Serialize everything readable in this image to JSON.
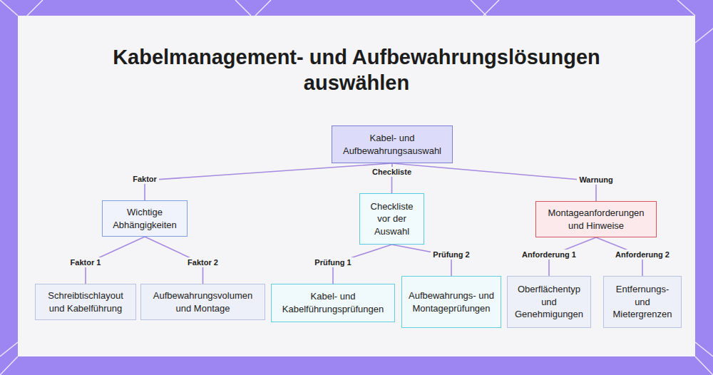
{
  "diagram": {
    "title": "Kabelmanagement- und Aufbewahrungslösungen auswählen",
    "nodes": [
      {
        "text": [
          "Kabel- und Aufbewahrungsauswahl"
        ]
      },
      {
        "text": [
          "Wichtige Abhängigkeiten"
        ]
      },
      {
        "text": [
          "Checkliste vor der Auswahl"
        ]
      },
      {
        "text": [
          "Montageanforderungen und Hinweise"
        ]
      },
      {
        "text": [
          "Schreibtischlayout und Kabelführung"
        ]
      },
      {
        "text": [
          "Aufbewahrungsvolumen und Montage"
        ]
      },
      {
        "text": [
          "Kabel- und Kabelführungsprüfungen"
        ]
      },
      {
        "text": [
          "Aufbewahrungs- und Montageprüfungen"
        ]
      },
      {
        "text": [
          "Oberflächentyp und Genehmigungen"
        ]
      },
      {
        "text": [
          "Entfernungs- und Mietergrenzen"
        ]
      }
    ],
    "edges": [
      {
        "from": 0,
        "to": 1,
        "label": "Faktor",
        "arrow": "none"
      },
      {
        "from": 0,
        "to": 2,
        "label": "Checkliste",
        "arrow": "none"
      },
      {
        "from": 0,
        "to": 3,
        "label": "Warnung",
        "arrow": "none"
      },
      {
        "from": 1,
        "to": 4,
        "label": "Faktor 1",
        "arrow": "none"
      },
      {
        "from": 1,
        "to": 5,
        "label": "Faktor 2",
        "arrow": "none"
      },
      {
        "from": 2,
        "to": 6,
        "label": "Prüfung 1",
        "arrow": "none"
      },
      {
        "from": 2,
        "to": 7,
        "label": "Prüfung 2",
        "arrow": "none"
      },
      {
        "from": 3,
        "to": 8,
        "label": "Anforderung 1",
        "arrow": "none"
      },
      {
        "from": 3,
        "to": 9,
        "label": "Anforderung 2",
        "arrow": "none"
      }
    ]
  }
}
